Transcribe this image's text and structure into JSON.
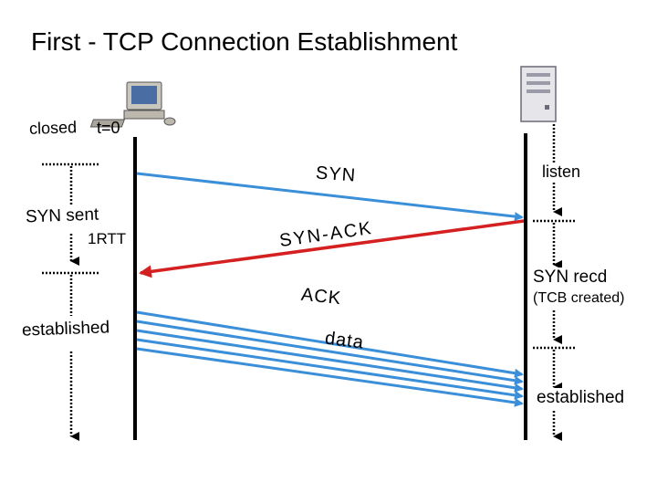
{
  "title": "First - TCP Connection Establishment",
  "client": {
    "icon": "desktop-computer-icon",
    "states": {
      "closed": "closed",
      "time_zero": "t=0",
      "syn_sent": "SYN sent",
      "rtt": "1RTT",
      "established": "established"
    }
  },
  "server": {
    "icon": "server-tower-icon",
    "states": {
      "listen": "listen",
      "syn_recd": "SYN recd",
      "tcb_created": "(TCB created)",
      "established": "established"
    }
  },
  "messages": {
    "syn": "SYN",
    "syn_ack": "SYN-ACK",
    "ack": "ACK",
    "data": "data"
  },
  "colors": {
    "client_to_server": "#3a8fd8",
    "server_to_client": "#d42020",
    "timeline": "#000000"
  }
}
